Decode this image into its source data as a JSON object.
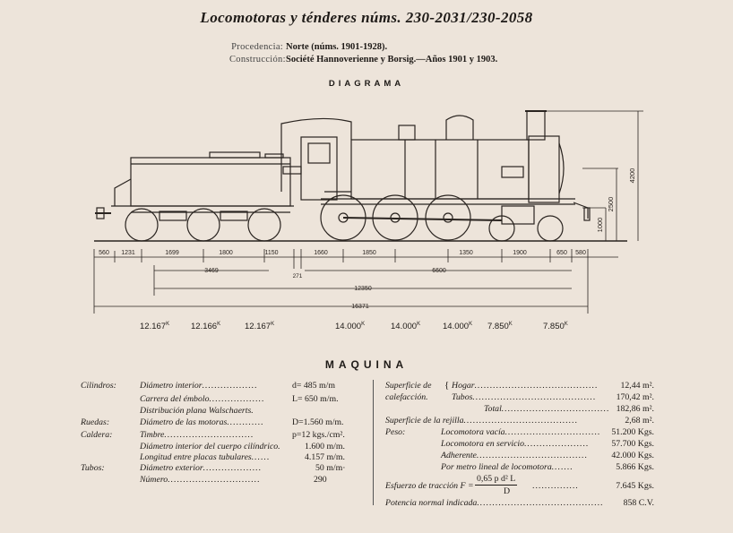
{
  "header": {
    "title": "Locomotoras y ténderes núms. 230-2031/230-2058",
    "procedencia_label": "Procedencia:",
    "procedencia_value": "Norte (núms. 1901-1928).",
    "construccion_label": "Construcción:",
    "construccion_value": "Société Hannoverienne y Borsig.—Años 1901 y 1903."
  },
  "diagram": {
    "label": "DIAGRAMA",
    "heights": [
      "4200",
      "2500",
      "1000"
    ],
    "spacings": [
      "560",
      "1231",
      "1699",
      "1800",
      "1150",
      "1660",
      "1850",
      "1350",
      "1900",
      "650",
      "580"
    ],
    "spacing_sub": "271",
    "spans": [
      "3469",
      "6600",
      "12350",
      "16371"
    ],
    "weights": [
      "12.167",
      "12.166",
      "12.167",
      "14.000",
      "14.000",
      "14.000",
      "7.850",
      "7.850"
    ],
    "weight_unit": "K"
  },
  "maquina": {
    "label": "MAQUINA",
    "left": [
      {
        "cat": "Cilindros:",
        "label": "Diámetro interior",
        "dots": "..................",
        "value": "d= 485 m/m"
      },
      {
        "cat": "",
        "label": "Carrera del émbolo",
        "dots": "..................",
        "value": "L= 650 m/m."
      },
      {
        "cat": "",
        "label": "Distribución plana Walschaerts.",
        "dots": "",
        "value": ""
      },
      {
        "cat": "Ruedas:",
        "label": "Diámetro de las motoras",
        "dots": "............",
        "value": "D=1.560 m/m."
      },
      {
        "cat": "Caldera:",
        "label": "Timbre",
        "dots": ".............................",
        "value": "p=12 kgs./cm²."
      },
      {
        "cat": "",
        "label": "Diámetro interior del cuerpo cilíndrico.",
        "dots": "",
        "value": "1.600 m/m."
      },
      {
        "cat": "",
        "label": "Longitud entre placas tubulares",
        "dots": "......",
        "value": "4.157 m/m."
      },
      {
        "cat": "Tubos:",
        "label": "Diámetro exterior",
        "dots": "...................",
        "value": "50 m/m·"
      },
      {
        "cat": "",
        "label": "Número",
        "dots": "..............................",
        "value": "290"
      }
    ],
    "right": [
      {
        "cat": "Superficie de",
        "sub": "Hogar",
        "dots": "........................................",
        "value": "12,44 m²."
      },
      {
        "cat": "calefacción.",
        "sub": "Tubos",
        "dots": "........................................",
        "value": "170,42 m²."
      },
      {
        "cat": "",
        "sub": "Total",
        "dots": "...................................",
        "value": "182,86 m²."
      },
      {
        "cat": "Superficie de la rejilla",
        "sub": "",
        "dots": ".....................................",
        "value": "2,68 m²."
      },
      {
        "cat": "Peso:",
        "sub": "Locomotora vacía",
        "dots": "...............................",
        "value": "51.200 Kgs."
      },
      {
        "cat": "",
        "sub": "Locomotora en servicio",
        "dots": ".....................",
        "value": "57.700 Kgs."
      },
      {
        "cat": "",
        "sub": "Adherente",
        "dots": "....................................",
        "value": "42.000 Kgs."
      },
      {
        "cat": "",
        "sub": "Por metro lineal de locomotora",
        "dots": ".......",
        "value": "5.866 Kgs."
      }
    ],
    "traccion_label": "Esfuerzo de tracción F =",
    "traccion_num": "0,65 p d² L",
    "traccion_den": "D",
    "traccion_dots": "...............",
    "traccion_value": "7.645 Kgs.",
    "potencia_label": "Potencia normal indicada",
    "potencia_dots": ".........................................",
    "potencia_value": "858 C.V."
  }
}
